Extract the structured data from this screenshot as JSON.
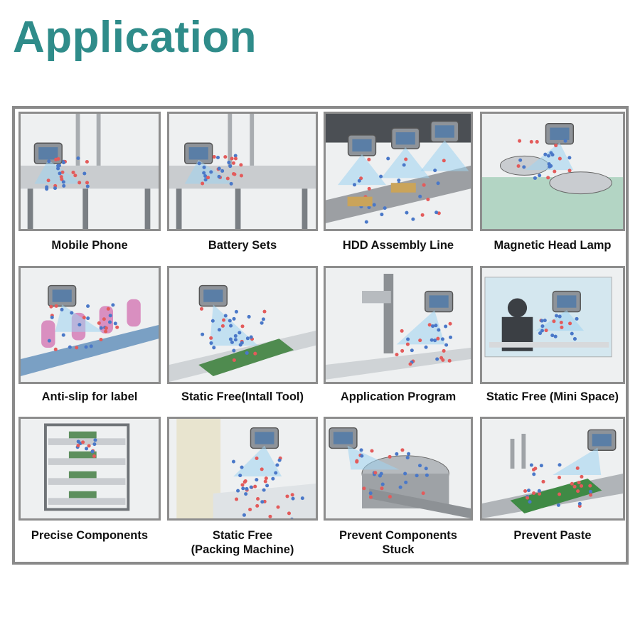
{
  "title": "Application",
  "accent_color": "#2f8c8a",
  "frame_color": "#8a8a8a",
  "items": [
    {
      "label": "Mobile Phone",
      "icon": "workbench-icon"
    },
    {
      "label": "Battery Sets",
      "icon": "workbench-icon"
    },
    {
      "label": "HDD Assembly Line",
      "icon": "conveyor-icon"
    },
    {
      "label": "Magnetic Head Lamp",
      "icon": "lamp-icon"
    },
    {
      "label": "Anti-slip for label",
      "icon": "bottle-line-icon"
    },
    {
      "label": "Static Free(Intall Tool)",
      "icon": "ionizer-icon"
    },
    {
      "label": "Application Program",
      "icon": "machine-icon"
    },
    {
      "label": "Static Free (Mini Space)",
      "icon": "cabinet-icon"
    },
    {
      "label": "Precise Components",
      "icon": "rack-icon"
    },
    {
      "label": "Static Free\n(Packing Machine)",
      "icon": "packing-icon"
    },
    {
      "label": "Prevent Components\n   Stuck",
      "icon": "bowl-feeder-icon"
    },
    {
      "label": "Prevent Paste",
      "icon": "pcb-icon"
    }
  ]
}
